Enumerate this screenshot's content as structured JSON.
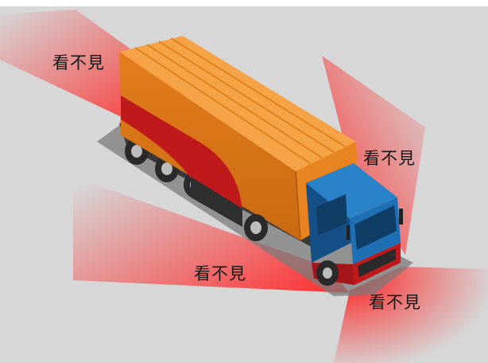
{
  "labels": {
    "rear_blind_spot": "看不見",
    "right_side_blind_spot": "看不見",
    "left_side_blind_spot": "看不見",
    "front_blind_spot": "看不見"
  },
  "colors": {
    "background": "#d7d7d7",
    "blind_zone": "#ff2a2a",
    "container": "#f08c24",
    "container_side": "#c96a12",
    "container_top": "#f6a347",
    "trailer_stripe": "#c0191c",
    "cab_body": "#1f6fb5",
    "cab_dark": "#144f86",
    "bumper": "#c0191c",
    "tire": "#2a2a2a",
    "shadow": "#7b7b7b"
  },
  "icons": {
    "vehicle": "truck-illustration"
  }
}
